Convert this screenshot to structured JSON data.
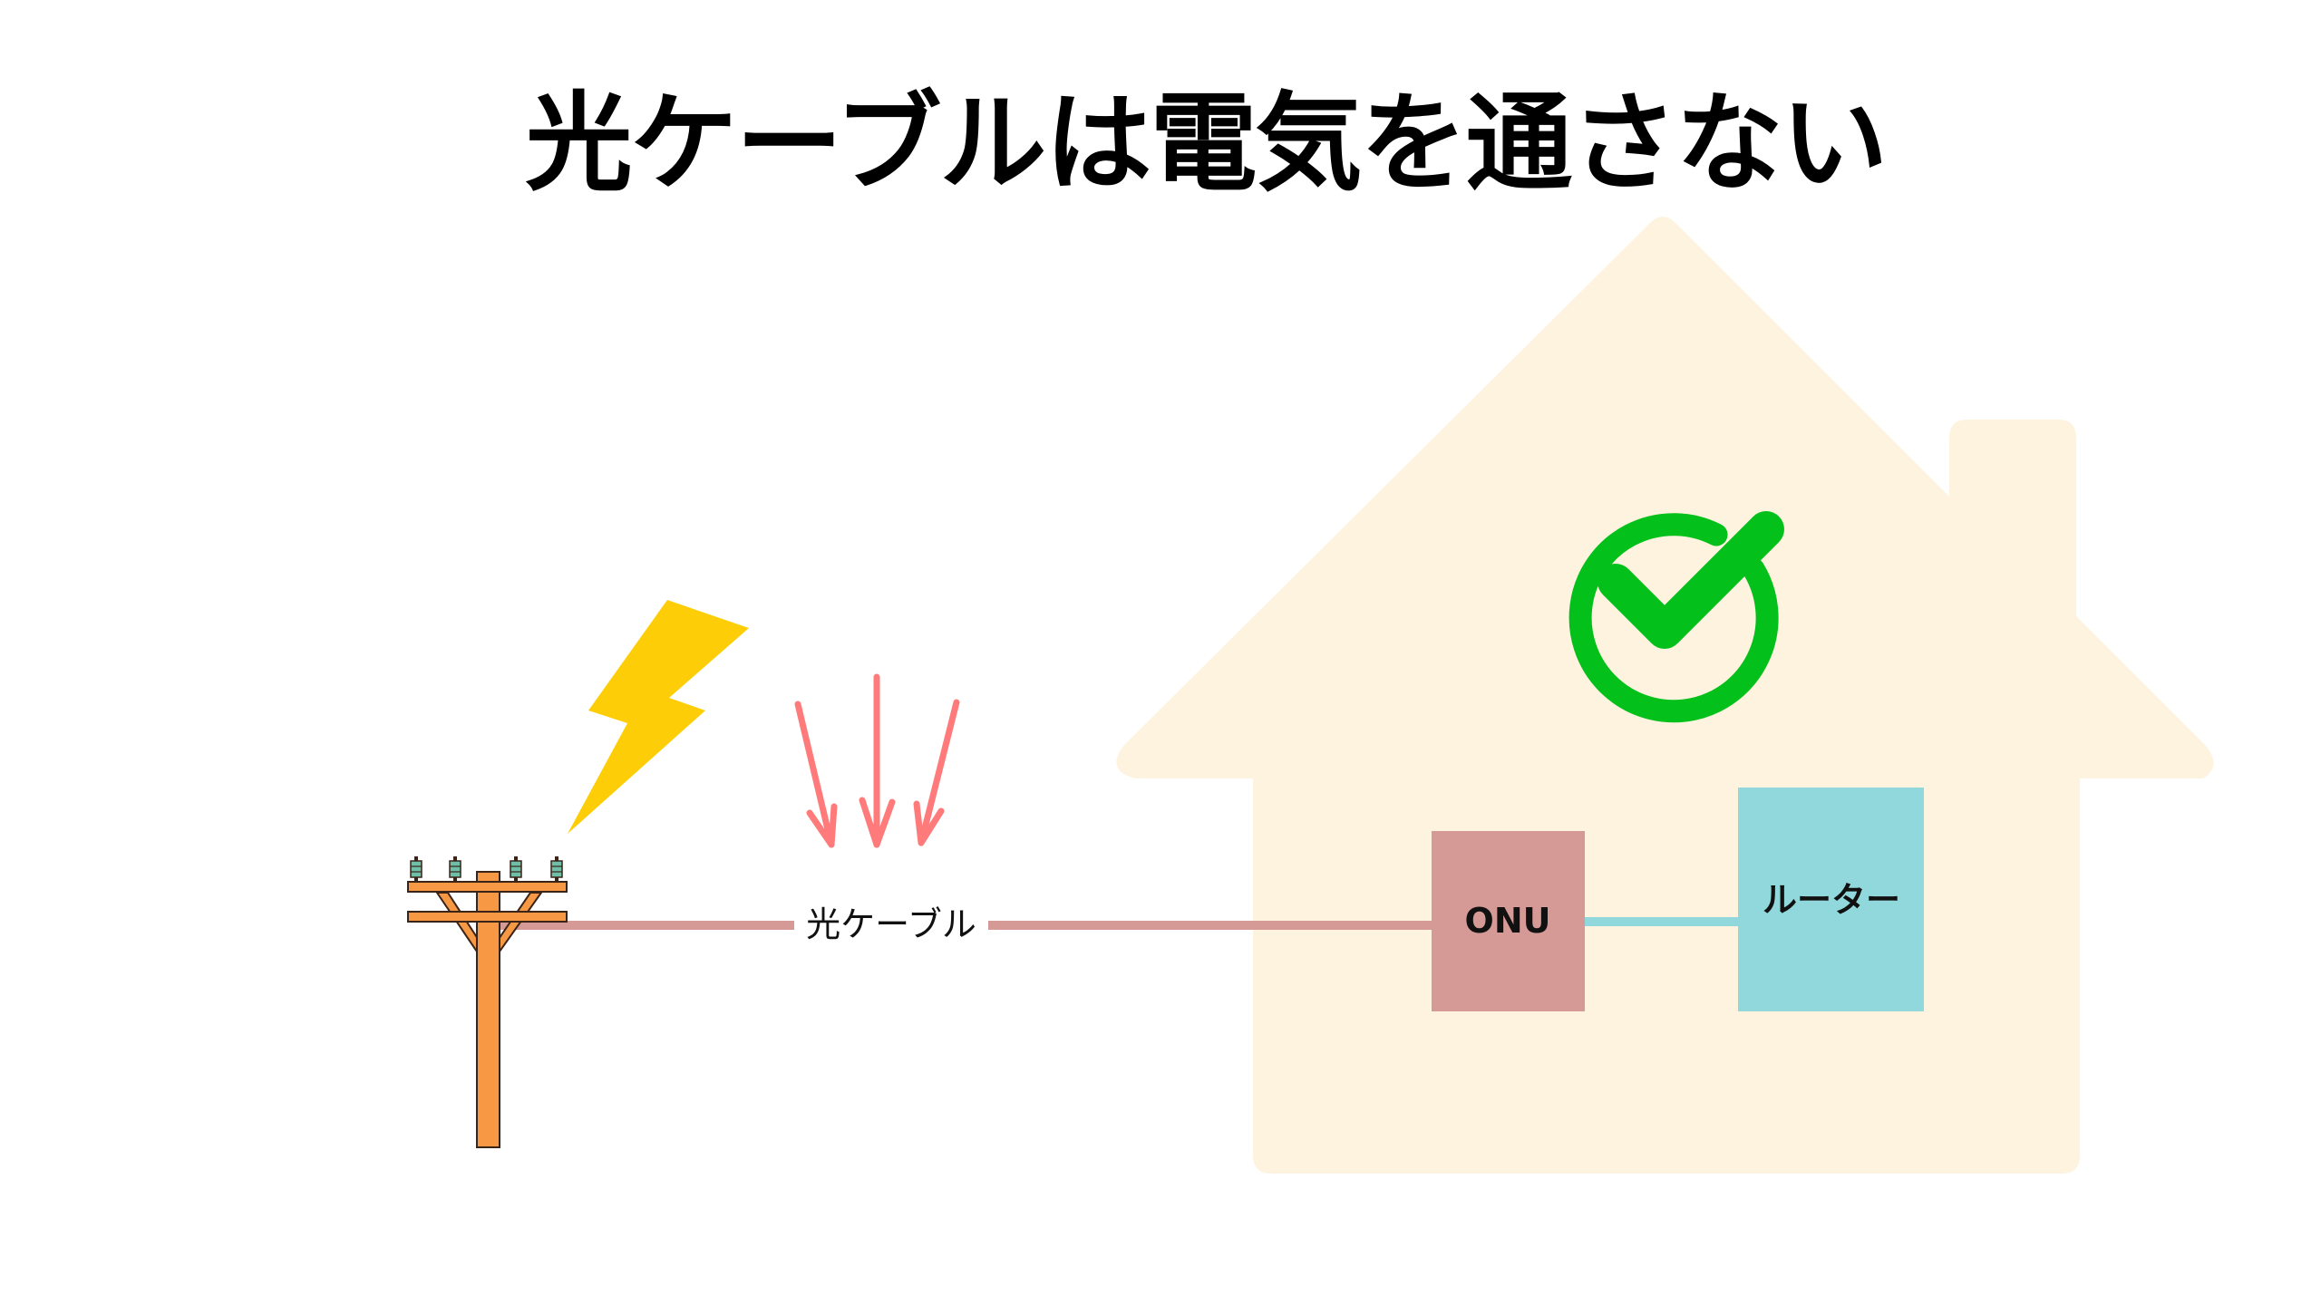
{
  "title": "光ケーブルは電気を通さない",
  "cable": {
    "label": "光ケーブル",
    "color": "#D69A96"
  },
  "devices": {
    "onu": {
      "label": "ONU",
      "color": "#D69A96"
    },
    "router": {
      "label": "ルーター",
      "color": "#90D8DC"
    },
    "link_color": "#90D8DC"
  },
  "house": {
    "fill": "#FEF3DF"
  },
  "status": {
    "icon": "check-circle-icon",
    "color": "#03C11A",
    "meaning": "safe"
  },
  "hazard": {
    "icon": "lightning-icon",
    "color": "#FDCE07",
    "arrows_color": "#FF7B7B",
    "arrow_count": 3
  },
  "pole": {
    "icon": "utility-pole-icon",
    "color": "#F79845",
    "outline": "#3A2418",
    "insulator_color": "#6FBFA8",
    "insulator_count": 4
  }
}
